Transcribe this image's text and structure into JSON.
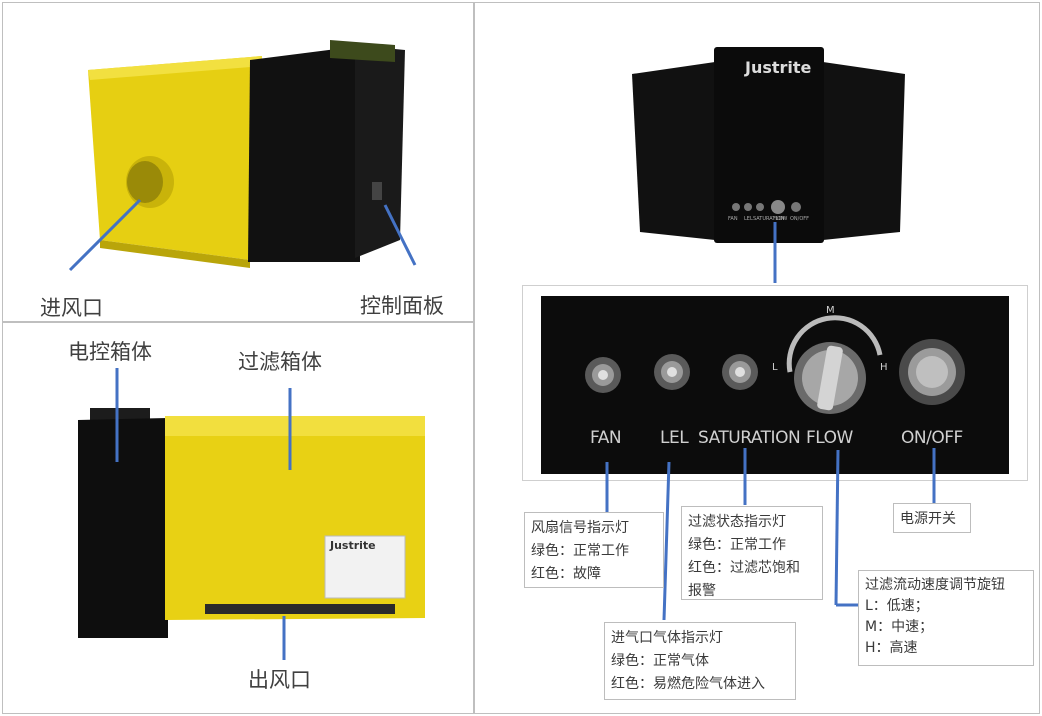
{
  "top_left": {
    "labels": {
      "air_inlet": "进风口",
      "control_panel": "控制面板"
    }
  },
  "bottom_left": {
    "labels": {
      "electric_box": "电控箱体",
      "filter_box": "过滤箱体",
      "air_outlet": "出风口"
    },
    "badge_brand": "Justrite"
  },
  "right": {
    "brand": "Justrite",
    "panel_labels": {
      "fan": "FAN",
      "lel": "LEL",
      "saturation": "SATURATION",
      "flow": "FLOW",
      "onoff": "ON/OFF",
      "dial_m": "M",
      "dial_l": "L",
      "dial_h": "H"
    },
    "small_labels": [
      "FAN",
      "LEL",
      "SATURATION",
      "FLOW",
      "ON/OFF"
    ],
    "notes": {
      "fan": {
        "title": "风扇信号指示灯",
        "lines": [
          "绿色：正常工作",
          "红色：故障"
        ]
      },
      "saturation": {
        "title": "过滤状态指示灯",
        "lines": [
          "绿色：正常工作",
          "红色：过滤芯饱和",
          "报警"
        ]
      },
      "power": {
        "title": "电源开关"
      },
      "flow": {
        "title": "过滤流动速度调节旋钮",
        "lines": [
          "L：低速；",
          "M：中速；",
          "H：高速"
        ]
      },
      "lel": {
        "title": "进气口气体指示灯",
        "lines": [
          "绿色：正常气体",
          "红色：易燃危险气体进入"
        ]
      }
    }
  }
}
